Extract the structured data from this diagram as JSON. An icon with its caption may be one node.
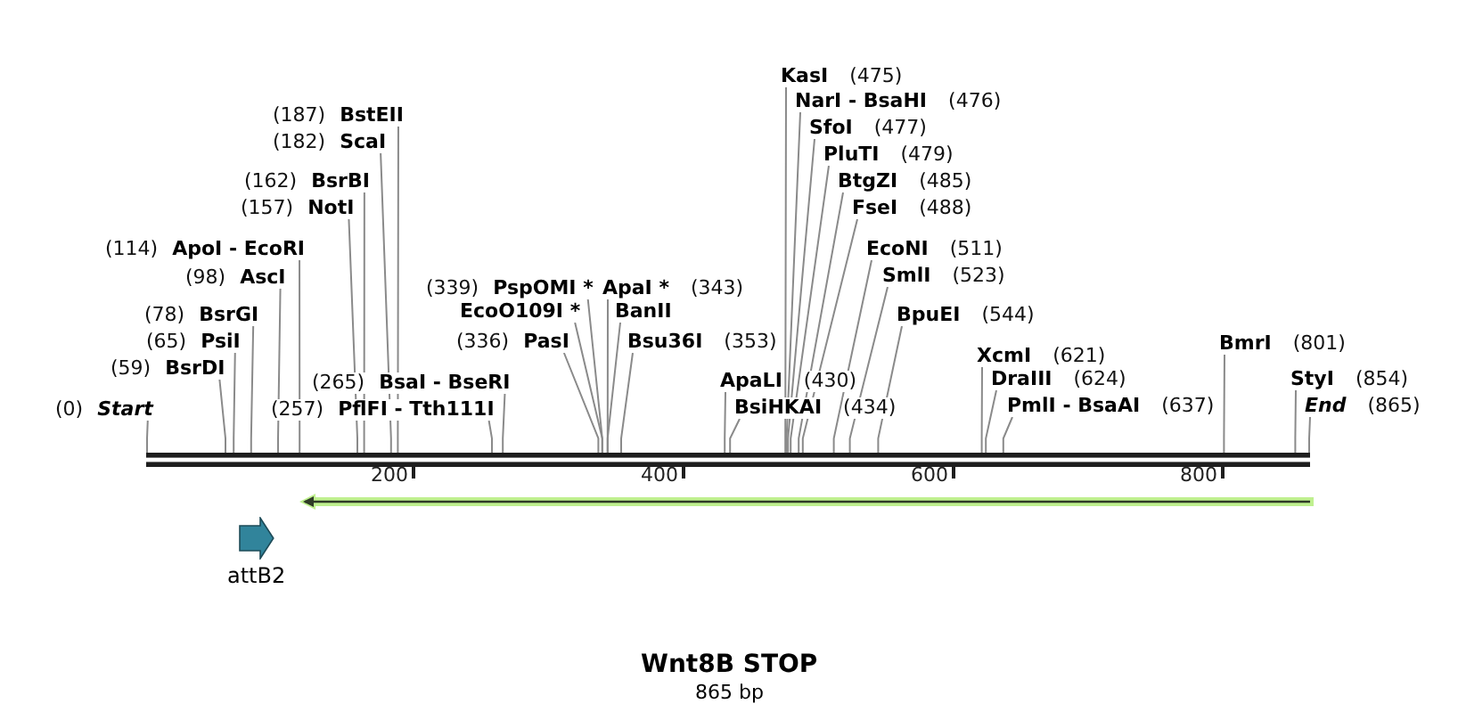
{
  "diagram": {
    "title": "Wnt8B STOP",
    "caption": "865 bp",
    "nodes": [
      {
        "text": [
          "KasI",
          "(475)"
        ]
      },
      {
        "text": [
          "NarI - BsaHI",
          "(476)"
        ]
      },
      {
        "text": [
          "(187)",
          "BstEII"
        ]
      },
      {
        "text": [
          "SfoI",
          "(477)"
        ]
      },
      {
        "text": [
          "(182)",
          "ScaI"
        ]
      },
      {
        "text": [
          "PluTI",
          "(479)"
        ]
      },
      {
        "text": [
          "(162)",
          "BsrBI"
        ]
      },
      {
        "text": [
          "BtgZI",
          "(485)"
        ]
      },
      {
        "text": [
          "(157)",
          "NotI"
        ]
      },
      {
        "text": [
          "FseI",
          "(488)"
        ]
      },
      {
        "text": [
          "(114)",
          "ApoI - EcoRI"
        ]
      },
      {
        "text": [
          "EcoNI",
          "(511)"
        ]
      },
      {
        "text": [
          "(98)",
          "AscI"
        ]
      },
      {
        "text": [
          "SmlI",
          "(523)"
        ]
      },
      {
        "text": [
          "(339)",
          "PspOMI *"
        ]
      },
      {
        "text": [
          "ApaI *",
          "(343)"
        ]
      },
      {
        "text": [
          "(78)",
          "BsrGI"
        ]
      },
      {
        "text": [
          "EcoO109I *"
        ]
      },
      {
        "text": [
          "BanII"
        ]
      },
      {
        "text": [
          "BpuEI",
          "(544)"
        ]
      },
      {
        "text": [
          "(65)",
          "PsiI"
        ]
      },
      {
        "text": [
          "(336)",
          "PasI"
        ]
      },
      {
        "text": [
          "Bsu36I",
          "(353)"
        ]
      },
      {
        "text": [
          "BmrI",
          "(801)"
        ]
      },
      {
        "text": [
          "XcmI",
          "(621)"
        ]
      },
      {
        "text": [
          "(59)",
          "BsrDI"
        ]
      },
      {
        "text": [
          "(265)",
          "BsaI - BseRI"
        ]
      },
      {
        "text": [
          "ApaLI",
          "(430)"
        ]
      },
      {
        "text": [
          "DraIII",
          "(624)"
        ]
      },
      {
        "text": [
          "StyI",
          "(854)"
        ]
      },
      {
        "text": [
          "(0)",
          "Start"
        ]
      },
      {
        "text": [
          "(257)",
          "PflFI - Tth111I"
        ]
      },
      {
        "text": [
          "BsiHKAI",
          "(434)"
        ]
      },
      {
        "text": [
          "PmlI - BsaAI",
          "(637)"
        ]
      },
      {
        "text": [
          "End",
          "(865)"
        ]
      },
      {
        "text": [],
        "shape": "bar"
      },
      {
        "text": [],
        "shape": "arrow"
      },
      {
        "text": [
          "attB2"
        ]
      }
    ],
    "edges": [
      {
        "from": 0,
        "to": 35,
        "arrow": "none"
      },
      {
        "from": 1,
        "to": 35,
        "arrow": "none"
      },
      {
        "from": 2,
        "to": 35,
        "arrow": "none"
      },
      {
        "from": 3,
        "to": 35,
        "arrow": "none"
      },
      {
        "from": 4,
        "to": 35,
        "arrow": "none"
      },
      {
        "from": 5,
        "to": 35,
        "arrow": "none"
      },
      {
        "from": 6,
        "to": 35,
        "arrow": "none"
      },
      {
        "from": 7,
        "to": 35,
        "arrow": "none"
      },
      {
        "from": 8,
        "to": 35,
        "arrow": "none"
      },
      {
        "from": 9,
        "to": 35,
        "arrow": "none"
      },
      {
        "from": 10,
        "to": 35,
        "arrow": "none"
      },
      {
        "from": 11,
        "to": 35,
        "arrow": "none"
      },
      {
        "from": 12,
        "to": 35,
        "arrow": "none"
      },
      {
        "from": 13,
        "to": 35,
        "arrow": "none"
      },
      {
        "from": 14,
        "to": 35,
        "arrow": "none"
      },
      {
        "from": 15,
        "to": 35,
        "arrow": "none"
      },
      {
        "from": 16,
        "to": 35,
        "arrow": "none"
      },
      {
        "from": 17,
        "to": 35,
        "arrow": "none"
      },
      {
        "from": 18,
        "to": 35,
        "arrow": "none"
      },
      {
        "from": 19,
        "to": 35,
        "arrow": "none"
      },
      {
        "from": 20,
        "to": 35,
        "arrow": "none"
      },
      {
        "from": 21,
        "to": 35,
        "arrow": "none"
      },
      {
        "from": 22,
        "to": 35,
        "arrow": "none"
      },
      {
        "from": 23,
        "to": 35,
        "arrow": "none"
      },
      {
        "from": 24,
        "to": 35,
        "arrow": "none"
      },
      {
        "from": 25,
        "to": 35,
        "arrow": "none"
      },
      {
        "from": 26,
        "to": 35,
        "arrow": "none"
      },
      {
        "from": 27,
        "to": 35,
        "arrow": "none"
      },
      {
        "from": 28,
        "to": 35,
        "arrow": "none"
      },
      {
        "from": 29,
        "to": 35,
        "arrow": "none"
      },
      {
        "from": 30,
        "to": 35,
        "arrow": "none"
      },
      {
        "from": 31,
        "to": 35,
        "arrow": "none"
      },
      {
        "from": 32,
        "to": 35,
        "arrow": "none"
      },
      {
        "from": 33,
        "to": 35,
        "arrow": "none"
      },
      {
        "from": 34,
        "to": 35,
        "arrow": "none"
      }
    ],
    "labels": [
      "200",
      "400",
      "600",
      "800"
    ]
  }
}
